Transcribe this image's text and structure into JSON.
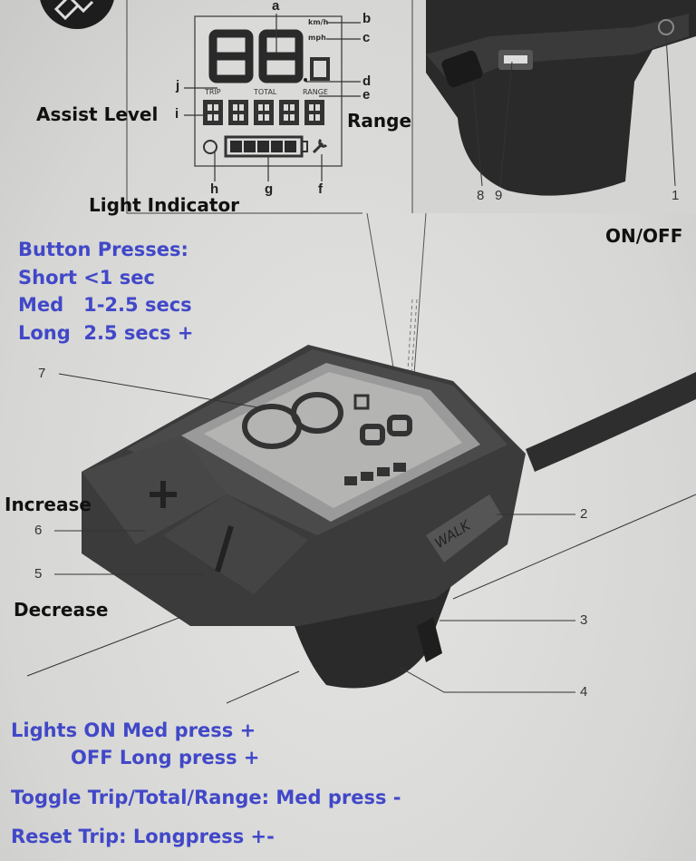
{
  "lcd_diagram": {
    "callouts": [
      "a",
      "b",
      "c",
      "d",
      "e",
      "f",
      "g",
      "h",
      "i",
      "j"
    ],
    "unit_kmh": "km/h",
    "unit_mph": "mph",
    "modes": [
      "TRIP",
      "TOTAL",
      "RANGE"
    ]
  },
  "annotations": {
    "assist_level": "Assist Level",
    "range": "Range",
    "light_indicator": "Light Indicator",
    "on_off": "ON/OFF",
    "increase": "Increase",
    "decrease": "Decrease"
  },
  "top_right_callouts": [
    "8",
    "9",
    "1"
  ],
  "device_callouts": {
    "n7": "7",
    "n2": "2",
    "n3": "3",
    "n4": "4",
    "n6": "6",
    "n5": "5"
  },
  "walk_label": "WALK",
  "button_presses": {
    "title": "Button Presses:",
    "short": "Short <1 sec",
    "med": "Med   1-2.5 secs",
    "long": "Long  2.5 secs +"
  },
  "instructions": {
    "lights_on": "Lights ON Med press +",
    "lights_off": "OFF Long press +",
    "toggle": "Toggle Trip/Total/Range: Med press -",
    "reset": "Reset Trip: Longpress +-"
  },
  "colors": {
    "annotation_blue": "#4148c8",
    "paper": "#d9d9d7"
  }
}
